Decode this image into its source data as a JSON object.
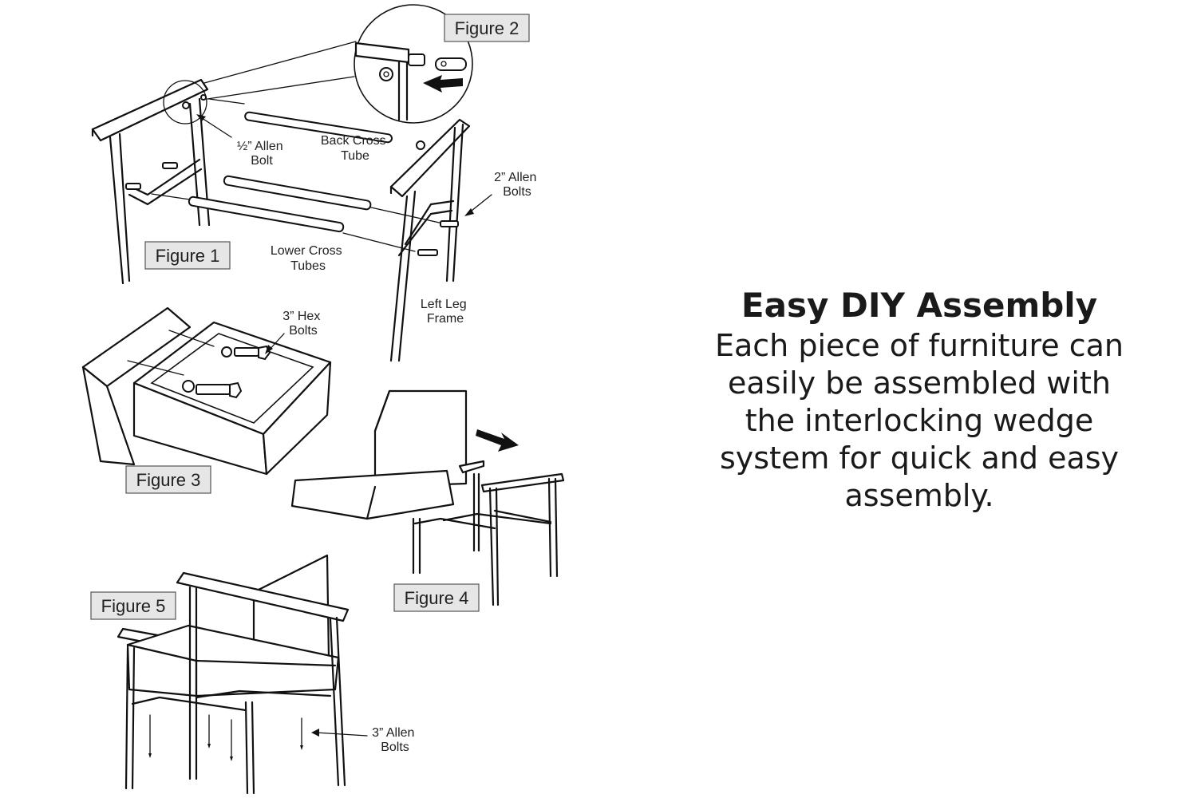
{
  "figures": {
    "figure1": "Figure 1",
    "figure2": "Figure 2",
    "figure3": "Figure 3",
    "figure4": "Figure 4",
    "figure5": "Figure 5"
  },
  "callouts": {
    "half_allen_bolt": [
      "½” Allen",
      "Bolt"
    ],
    "back_cross_tube": [
      "Back Cross",
      "Tube"
    ],
    "two_allen_bolts": [
      "2” Allen",
      "Bolts"
    ],
    "lower_cross_tubes": [
      "Lower Cross",
      "Tubes"
    ],
    "left_leg_frame": [
      "Left Leg",
      "Frame"
    ],
    "hex_bolts": [
      "3” Hex",
      "Bolts"
    ],
    "three_allen_bolts": [
      "3” Allen",
      "Bolts"
    ]
  },
  "panel": {
    "title": "Easy DIY Assembly",
    "body_lines": [
      "Each piece of furniture can",
      "easily be assembled with",
      "the interlocking wedge",
      "system for quick and easy",
      "assembly."
    ]
  }
}
